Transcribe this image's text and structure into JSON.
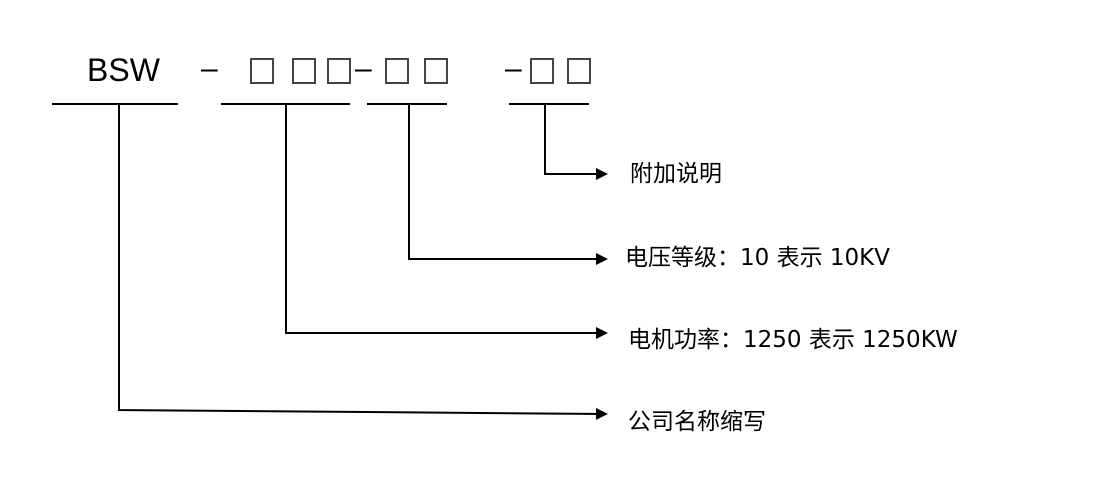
{
  "code": {
    "prefix": "BSW",
    "separator": "–"
  },
  "labels": {
    "additional": "附加说明",
    "voltage": "电压等级：10 表示  10KV",
    "power": "电机功率：1250 表示  1250KW",
    "company": "公司名称缩写"
  }
}
